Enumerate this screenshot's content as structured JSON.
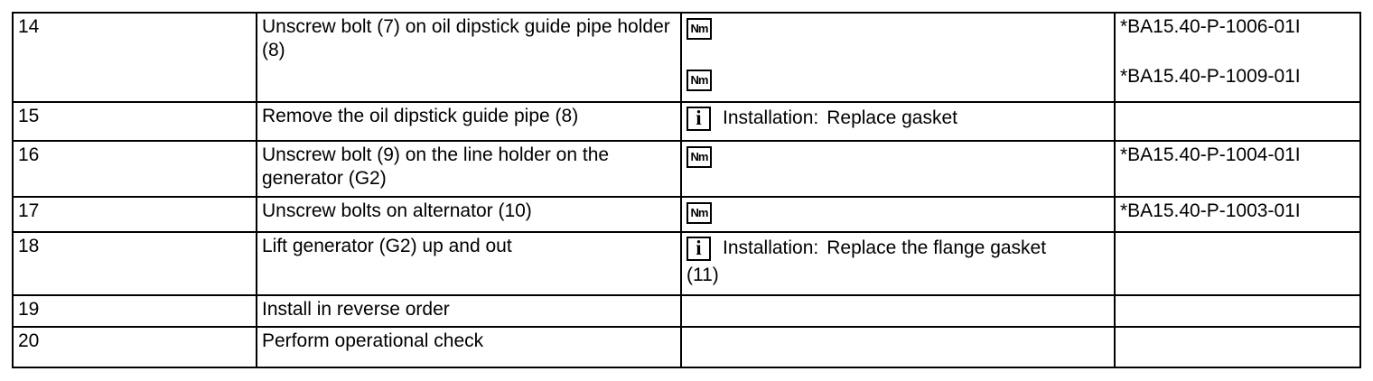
{
  "icons": {
    "nm": "Nm",
    "info": "i"
  },
  "table": {
    "rows": [
      {
        "step": "14",
        "description": "Unscrew bolt (7) on oil dipstick guide pipe holder (8)",
        "refs": [
          "*BA15.40-P-1006-01I",
          "*BA15.40-P-1009-01I"
        ]
      },
      {
        "step": "15",
        "description": "Remove the oil dipstick guide pipe (8)",
        "note_label": "Installation:",
        "note_text": "Replace gasket"
      },
      {
        "step": "16",
        "description": "Unscrew bolt (9) on the line holder on the generator (G2)",
        "refs": [
          "*BA15.40-P-1004-01I"
        ]
      },
      {
        "step": "17",
        "description": "Unscrew bolts on alternator (10)",
        "refs": [
          "*BA15.40-P-1003-01I"
        ]
      },
      {
        "step": "18",
        "description": "Lift generator (G2) up and out",
        "note_label": "Installation:",
        "note_text": "Replace the flange gasket",
        "note_line2": "(11)"
      },
      {
        "step": "19",
        "description": "Install in reverse order"
      },
      {
        "step": "20",
        "description": "Perform operational check"
      }
    ]
  }
}
